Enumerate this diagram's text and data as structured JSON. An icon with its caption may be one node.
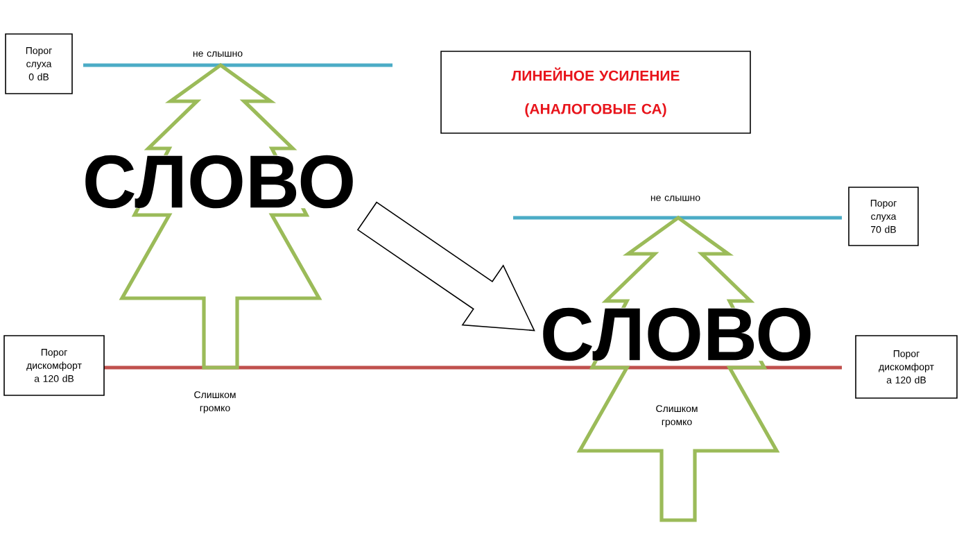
{
  "diagram": {
    "nodes": [
      {
        "text": [
          "Порог слуха 0 dB"
        ]
      },
      {
        "text": [
          "ЛИНЕЙНОЕ УСИЛЕНИЕ (АНАЛОГОВЫЕ СА)"
        ]
      },
      {
        "text": [
          "СЛОВО"
        ]
      },
      {
        "text": [
          "Порог слуха 70 dB"
        ]
      },
      {
        "text": [
          "Порог дискомфорт а 120 dB"
        ]
      },
      {
        "text": [
          "СЛОВО"
        ]
      },
      {
        "text": [
          "Порог дискомфорт а 120 dB"
        ]
      }
    ],
    "edges": [
      {
        "from": 2,
        "to": 5,
        "arrow": "to"
      }
    ],
    "labels": [
      "не слышно",
      "не слышно",
      "Слишком громко",
      "Слишком громко"
    ]
  }
}
